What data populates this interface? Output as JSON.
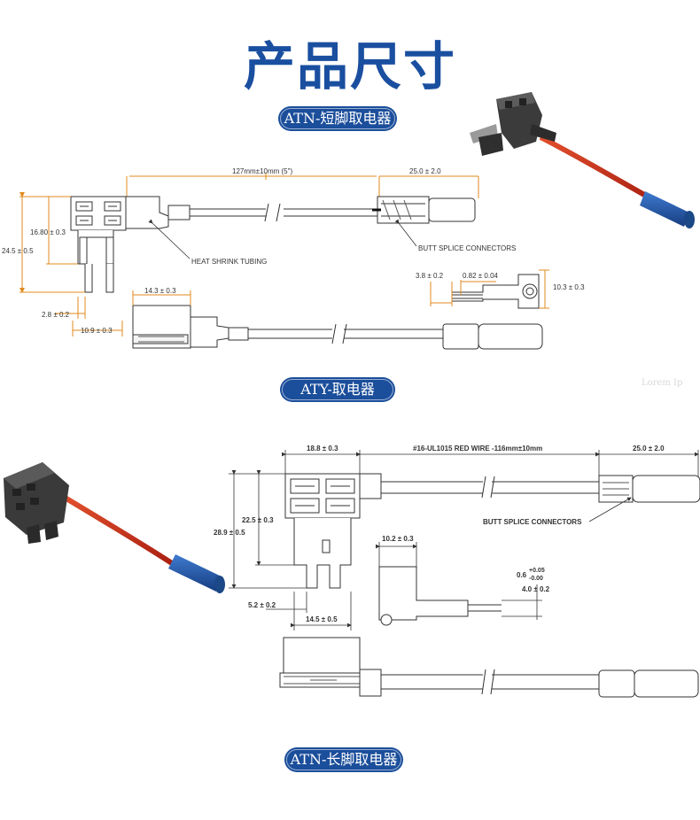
{
  "title": "产品尺寸",
  "sections": {
    "atn_short": "ATN-短脚取电器",
    "aty": "ATY-取电器",
    "atn_long": "ATN-长脚取电器"
  },
  "watermark": "Lorem Ip",
  "diagram1": {
    "wire_length": "127mm±10mm (5\")",
    "splice_length": "25.0 ± 2.0",
    "height_upper": "16.80 ± 0.3",
    "height_total": "24.5 ± 0.5",
    "heat_shrink": "HEAT SHRINK TUBING",
    "butt_splice": "BUTT SPLICE CONNECTORS",
    "pin_len": "3.8 ± 0.2",
    "pin_dia": "0.82 ± 0.04",
    "splice_dia": "10.3 ± 0.3",
    "body_width": "14.3 ± 0.3",
    "blade_gap": "2.8 ± 0.2",
    "blade_width": "10.9 ± 0.3"
  },
  "diagram2": {
    "body_width": "18.8 ± 0.3",
    "wire_spec": "#16-UL1015 RED WIRE -116mm±10mm",
    "splice_length": "25.0 ± 2.0",
    "height_upper": "22.5 ± 0.3",
    "height_total": "28.9 ± 0.5",
    "butt_splice": "BUTT SPLICE CONNECTORS",
    "side_width": "10.2 ± 0.3",
    "pin_tol": "0.6",
    "pin_tol_plus": "+0.05",
    "pin_tol_minus": "-0.00",
    "pin_offset": "4.0 ± 0.2",
    "blade_gap": "5.2 ± 0.2",
    "blade_width": "14.5 ± 0.5"
  },
  "colors": {
    "title": "#1a4fa0",
    "pill": "#1b4e9b",
    "dim": "#e08a1e",
    "wire_red": "#d2341a",
    "splice_blue": "#1d4f9c"
  }
}
